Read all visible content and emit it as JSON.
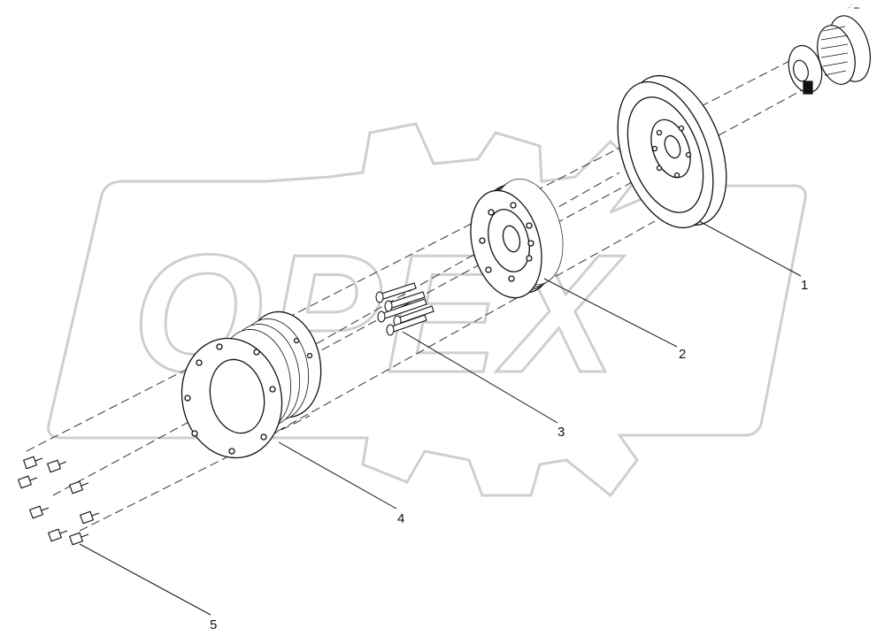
{
  "watermark": {
    "text": "OPEX"
  },
  "corner_mark": "⌐‾ ▬",
  "callouts": [
    {
      "id": 1,
      "label": "1"
    },
    {
      "id": 2,
      "label": "2"
    },
    {
      "id": 3,
      "label": "3"
    },
    {
      "id": 4,
      "label": "4"
    },
    {
      "id": 5,
      "label": "5"
    }
  ],
  "colors": {
    "line": "#111111",
    "watermark": "#cfcfcf",
    "background": "#ffffff"
  }
}
